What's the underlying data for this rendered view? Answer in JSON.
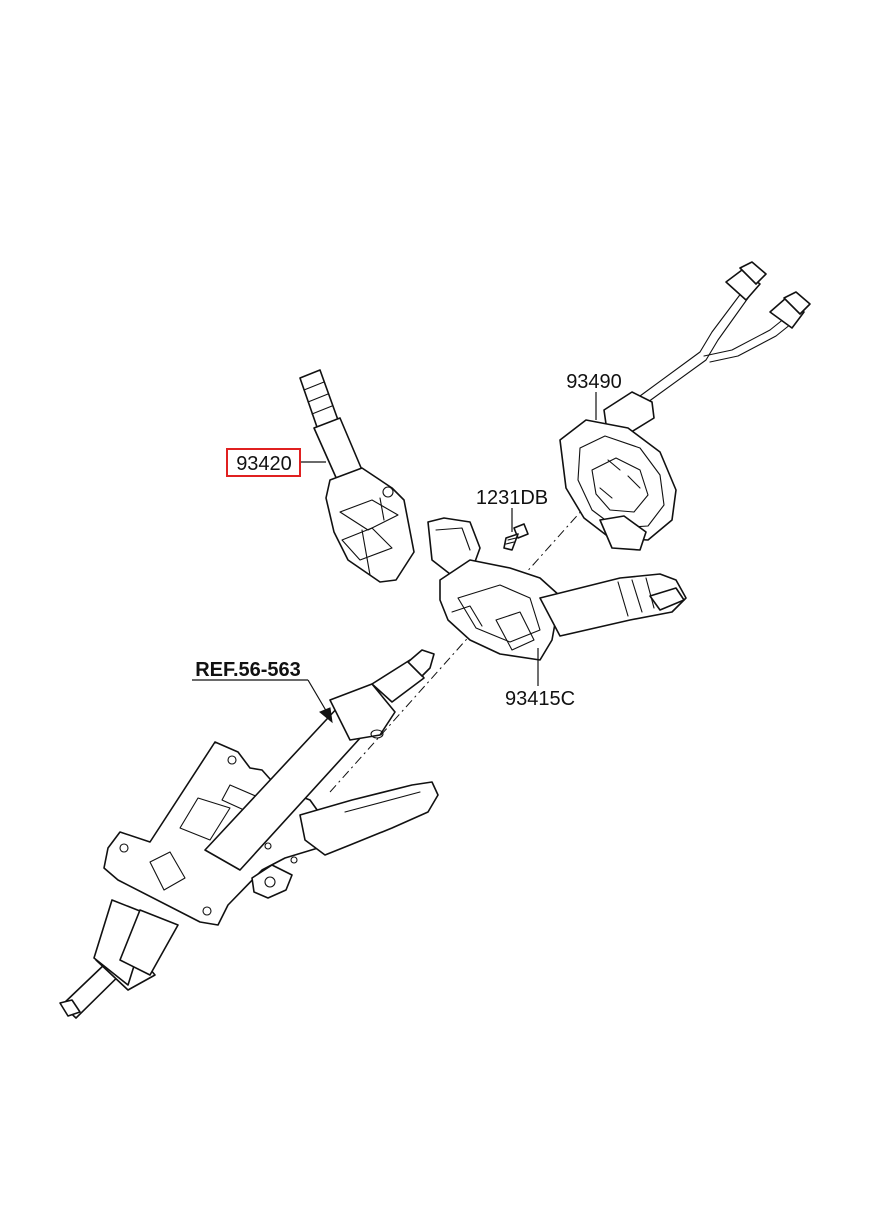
{
  "diagram": {
    "labels": {
      "multifunction_switch": "93420",
      "clock_spring": "93490",
      "screw": "1231DB",
      "switch_body": "93415C",
      "column_reference": "REF.56-563"
    },
    "highlight_color": "#e02020"
  }
}
